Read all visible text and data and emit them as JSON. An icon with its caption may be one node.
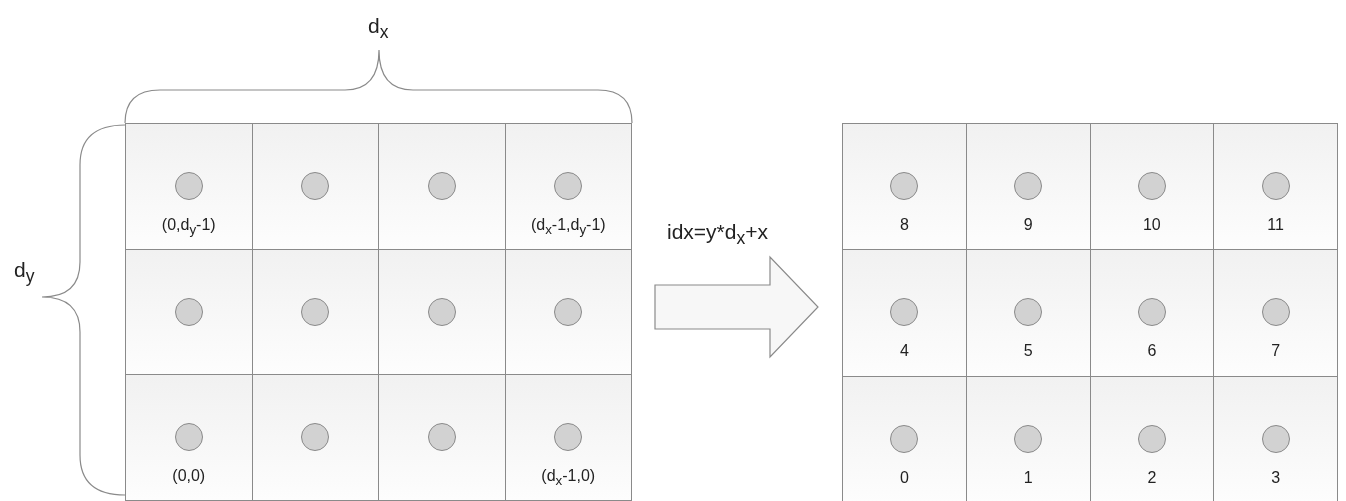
{
  "diagram": {
    "nodes": [
      {
        "text": [],
        "shape": "box"
      },
      {
        "text": [
          "(0,d$_{y}$-1)"
        ],
        "in": 0
      },
      {
        "text": [],
        "shape": "box",
        "in": 0
      },
      {
        "text": [],
        "shape": "box",
        "in": 0
      },
      {
        "text": [
          "(d$_{x}$-1,d$_{y}$-1)"
        ],
        "in": 0
      },
      {
        "text": [],
        "shape": "box",
        "in": 0
      },
      {
        "text": [],
        "shape": "box",
        "in": 0
      },
      {
        "text": [],
        "shape": "box",
        "in": 0
      },
      {
        "text": [],
        "shape": "box",
        "in": 0
      },
      {
        "text": [
          "(0,0)"
        ],
        "in": 0
      },
      {
        "text": [],
        "shape": "box",
        "in": 0
      },
      {
        "text": [],
        "shape": "box",
        "in": 0
      },
      {
        "text": [
          "(d$_{x}$-1,0)"
        ],
        "in": 0
      },
      {
        "text": [],
        "shape": "box"
      },
      {
        "text": [
          "8"
        ],
        "in": 13
      },
      {
        "text": [
          "9"
        ],
        "in": 13
      },
      {
        "text": [
          "10"
        ],
        "in": 13
      },
      {
        "text": [
          "11"
        ],
        "in": 13
      },
      {
        "text": [
          "4"
        ],
        "in": 13
      },
      {
        "text": [
          "5"
        ],
        "in": 13
      },
      {
        "text": [
          "6"
        ],
        "in": 13
      },
      {
        "text": [
          "7"
        ],
        "in": 13
      },
      {
        "text": [
          "0"
        ],
        "in": 13
      },
      {
        "text": [
          "1"
        ],
        "in": 13
      },
      {
        "text": [
          "2"
        ],
        "in": 13
      },
      {
        "text": [
          "3"
        ],
        "in": 13
      }
    ],
    "edges": [
      {
        "from": 0,
        "to": 13,
        "arrow": "to",
        "style": "thick",
        "label": "idx=y*d$_{x}$+x"
      }
    ],
    "labels": [
      "d$_{x}$",
      "d$_{y}$"
    ]
  }
}
